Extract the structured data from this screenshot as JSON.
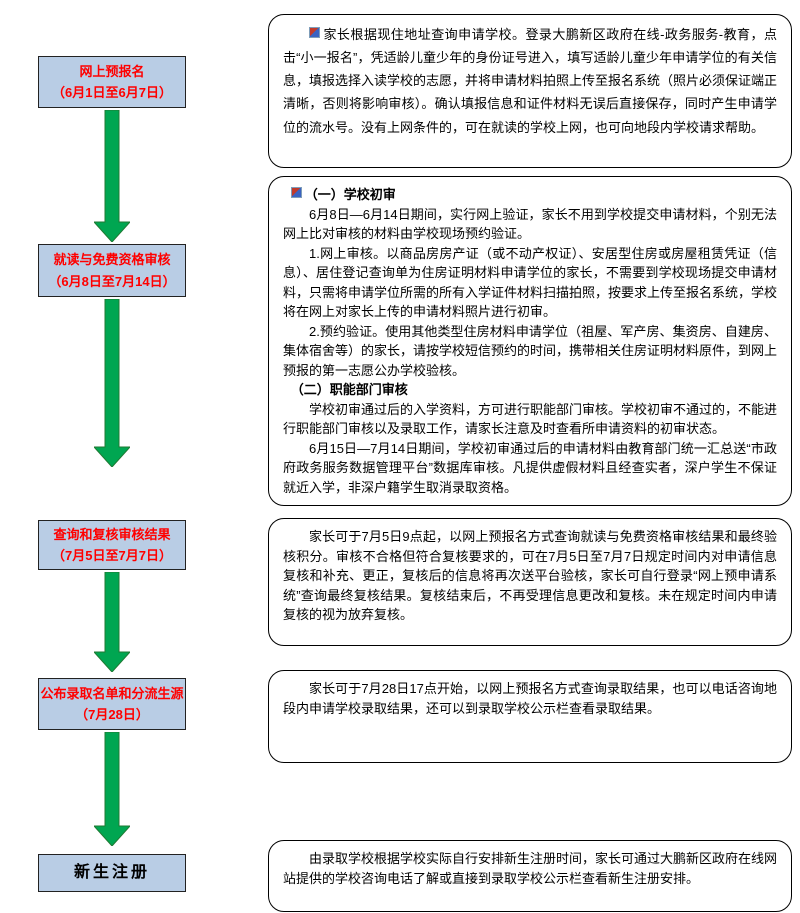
{
  "flow": {
    "box_fill": "#b9cde5",
    "arrow_color": "#00A651",
    "step_text_color": "#FF0000",
    "steps": [
      {
        "title": "网上预报名",
        "date": "（6月1日至6月7日）"
      },
      {
        "title": "就读与免费资格审核",
        "date": "（6月8日至7月14日）"
      },
      {
        "title": "查询和复核审核结果",
        "date": "（7月5日至7月7日）"
      },
      {
        "title": "公布录取名单和分流生源",
        "date": "（7月28日）"
      },
      {
        "title": "新生注册",
        "date": ""
      }
    ]
  },
  "notes": {
    "note1": {
      "p1": "家长根据现住地址查询申请学校。登录大鹏新区政府在线-政务服务-教育，点击“小一报名”，凭适龄儿童少年的身份证号进入，填写适龄儿童少年申请学位的有关信息，填报选择入读学校的志愿，并将申请材料拍照上传至报名系统（照片必须保证端正清晰，否则将影响审核）。确认填报信息和证件材料无误后直接保存，同时产生申请学位的流水号。没有上网条件的，可在就读的学校上网，也可向地段内学校请求帮助。"
    },
    "note2": {
      "h1": "（一）学校初审",
      "p1": "6月8日—6月14日期间，实行网上验证，家长不用到学校提交申请材料，个别无法网上比对审核的材料由学校现场预约验证。",
      "p2": "1.网上审核。以商品房房产证（或不动产权证）、安居型住房或房屋租赁凭证（信息）、居住登记查询单为住房证明材料申请学位的家长，不需要到学校现场提交申请材料，只需将申请学位所需的所有入学证件材料扫描拍照，按要求上传至报名系统，学校将在网上对家长上传的申请材料照片进行初审。",
      "p3": "2.预约验证。使用其他类型住房材料申请学位（祖屋、军产房、集资房、自建房、集体宿舍等）的家长，请按学校短信预约的时间，携带相关住房证明材料原件，到网上预报的第一志愿公办学校验核。",
      "h2": "（二）职能部门审核",
      "p4": "学校初审通过后的入学资料，方可进行职能部门审核。学校初审不通过的，不能进行职能部门审核以及录取工作，请家长注意及时查看所申请资料的初审状态。",
      "p5": "6月15日—7月14日期间，学校初审通过后的申请材料由教育部门统一汇总送“市政府政务服务数据管理平台”数据库审核。凡提供虚假材料且经查实者，深户学生不保证就近入学，非深户籍学生取消录取资格。"
    },
    "note3": {
      "p1": "家长可于7月5日9点起，以网上预报名方式查询就读与免费资格审核结果和最终验核积分。审核不合格但符合复核要求的，可在7月5日至7月7日规定时间内对申请信息复核和补充、更正，复核后的信息将再次送平台验核，家长可自行登录“网上预申请系统”查询最终复核结果。复核结束后，不再受理信息更改和复核。未在规定时间内申请复核的视为放弃复核。"
    },
    "note4": {
      "p1": "家长可于7月28日17点开始，以网上预报名方式查询录取结果，也可以电话咨询地段内申请学校录取结果，还可以到录取学校公示栏查看录取结果。"
    },
    "note5": {
      "p1": "由录取学校根据学校实际自行安排新生注册时间，家长可通过大鹏新区政府在线网站提供的学校咨询电话了解或直接到录取学校公示栏查看新生注册安排。"
    }
  }
}
